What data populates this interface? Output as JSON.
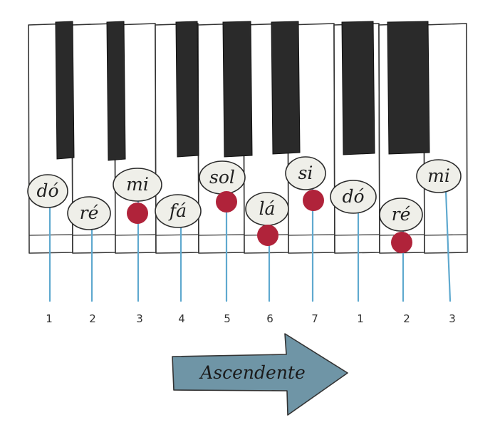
{
  "notes": [
    {
      "label": "dó",
      "number": "1",
      "dot": false
    },
    {
      "label": "ré",
      "number": "2",
      "dot": false
    },
    {
      "label": "mi",
      "number": "3",
      "dot": true
    },
    {
      "label": "fá",
      "number": "4",
      "dot": false
    },
    {
      "label": "sol",
      "number": "5",
      "dot": true
    },
    {
      "label": "lá",
      "number": "6",
      "dot": true
    },
    {
      "label": "si",
      "number": "7",
      "dot": true
    },
    {
      "label": "dó",
      "number": "1",
      "dot": false
    },
    {
      "label": "ré",
      "number": "2",
      "dot": true
    },
    {
      "label": "mi",
      "number": "3",
      "dot": false
    }
  ],
  "arrow": {
    "label": "Ascendente",
    "color": "#6f95a6"
  },
  "colors": {
    "dot": "#b0233a",
    "line": "#5fa9cf",
    "key_outline": "#333333",
    "black_key": "#2a2a2a",
    "bubble": "#efefe9"
  }
}
